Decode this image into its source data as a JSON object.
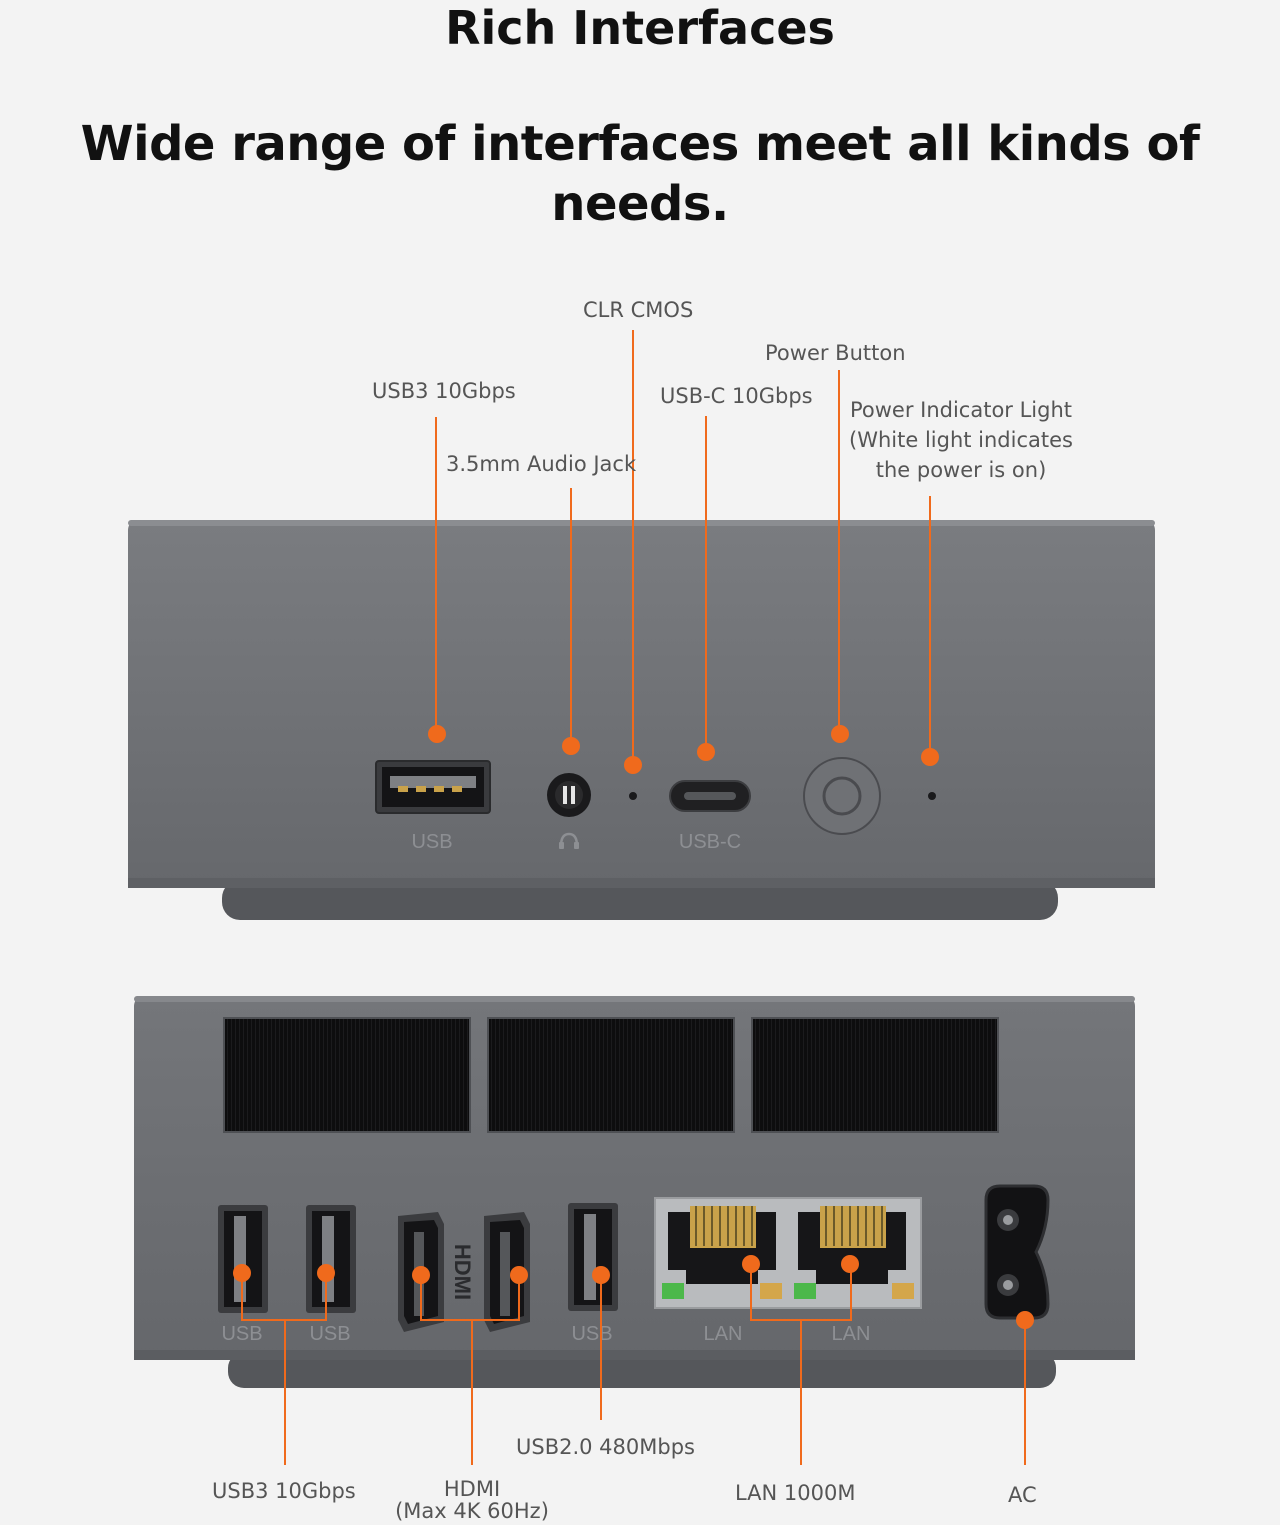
{
  "header": {
    "title": "Rich Interfaces",
    "subtitle": "Wide range of interfaces meet all kinds of needs."
  },
  "colors": {
    "accent": "#f06a1c",
    "device_body": "#6d6f73",
    "device_base": "#5c5e62",
    "background": "#f3f3f3"
  },
  "front_panel": {
    "callouts": {
      "usb3": "USB3 10Gbps",
      "audio": "3.5mm Audio Jack",
      "clr_cmos": "CLR CMOS",
      "usbc": "USB-C 10Gbps",
      "power_button": "Power Button",
      "power_light_1": "Power Indicator Light",
      "power_light_2": "(White light indicates",
      "power_light_3": "the power is on)"
    },
    "port_labels": {
      "usb": "USB",
      "usbc": "USB-C"
    },
    "icons": [
      "usb-a-port-icon",
      "headphone-icon",
      "usb-c-port-icon",
      "power-button-icon"
    ]
  },
  "rear_panel": {
    "callouts": {
      "usb3": "USB3 10Gbps",
      "hdmi_1": "HDMI",
      "hdmi_2": "(Max 4K 60Hz)",
      "usb2": "USB2.0 480Mbps",
      "lan": "LAN 1000M",
      "ac": "AC"
    },
    "port_labels": {
      "usb_1": "USB",
      "usb_2": "USB",
      "hdmi_vertical": "HDMI",
      "usb_3": "USB",
      "lan_1": "LAN",
      "lan_2": "LAN"
    },
    "icons": [
      "usb-a-port-icon",
      "hdmi-port-icon",
      "rj45-port-icon",
      "ac-socket-icon",
      "vent-grille-icon"
    ]
  }
}
